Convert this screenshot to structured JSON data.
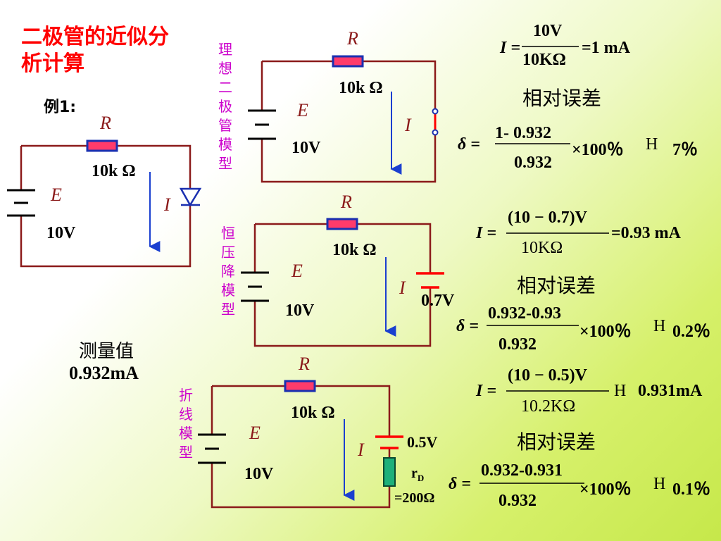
{
  "title": "二极管的近似分析计算",
  "example_label": "例1:",
  "circuit_main": {
    "r_symbol": "R",
    "r_value": "10k Ω",
    "e_symbol": "E",
    "e_value": "10V",
    "i_symbol": "I"
  },
  "model_ideal": {
    "label": "理想二极管模型",
    "r_symbol": "R",
    "r_value": "10k Ω",
    "e_symbol": "E",
    "e_value": "10V",
    "i_symbol": "I"
  },
  "model_const": {
    "label": "恒压降模型",
    "r_symbol": "R",
    "r_value": "10k Ω",
    "e_symbol": "E",
    "e_value": "10V",
    "i_symbol": "I",
    "vd": "0.7V"
  },
  "model_piecewise": {
    "label": "折线模型",
    "r_symbol": "R",
    "r_value": "10k Ω",
    "e_symbol": "E",
    "e_value": "10V",
    "i_symbol": "I",
    "vd": "0.5V",
    "rd_sym": "r",
    "rd_sub": "D",
    "rd_val": "=200Ω"
  },
  "measured": {
    "label": "测量值",
    "value": "0.932mA"
  },
  "calc_ideal": {
    "i_lhs": "I =",
    "num": "10V",
    "den": "10KΩ",
    "result": "=1  mA",
    "err_label": "相对误差",
    "d_lhs": "δ =",
    "d_num": "1- 0.932",
    "d_den": "0.932",
    "times": "×100％",
    "approx": "H",
    "d_result": "7％"
  },
  "calc_const": {
    "i_lhs": "I =",
    "num": "(10 − 0.7)V",
    "den": "10KΩ",
    "result": "=0.93 mA",
    "err_label": "相对误差",
    "d_lhs": "δ =",
    "d_num": "0.932-0.93",
    "d_den": "0.932",
    "times": "×100％",
    "approx": "H",
    "d_result": "0.2％"
  },
  "calc_piecewise": {
    "i_lhs": "I =",
    "num": "(10 − 0.5)V",
    "den": "10.2KΩ",
    "approx_i": "H",
    "result": "0.931mA",
    "err_label": "相对误差",
    "d_lhs": "δ =",
    "d_num": "0.932-0.931",
    "d_den": "0.932",
    "times": "×100％",
    "approx": "H",
    "d_result": "0.1％"
  },
  "colors": {
    "wire": "#8b1a1a",
    "resistor_fill": "#ff3b6b",
    "resistor_border": "#1a2fb0",
    "arrow": "#1a3fd0",
    "title": "#ff0000",
    "vertical_label": "#cc00cc",
    "rd_fill": "#1db07a",
    "diode_vd": "#ff0000"
  }
}
